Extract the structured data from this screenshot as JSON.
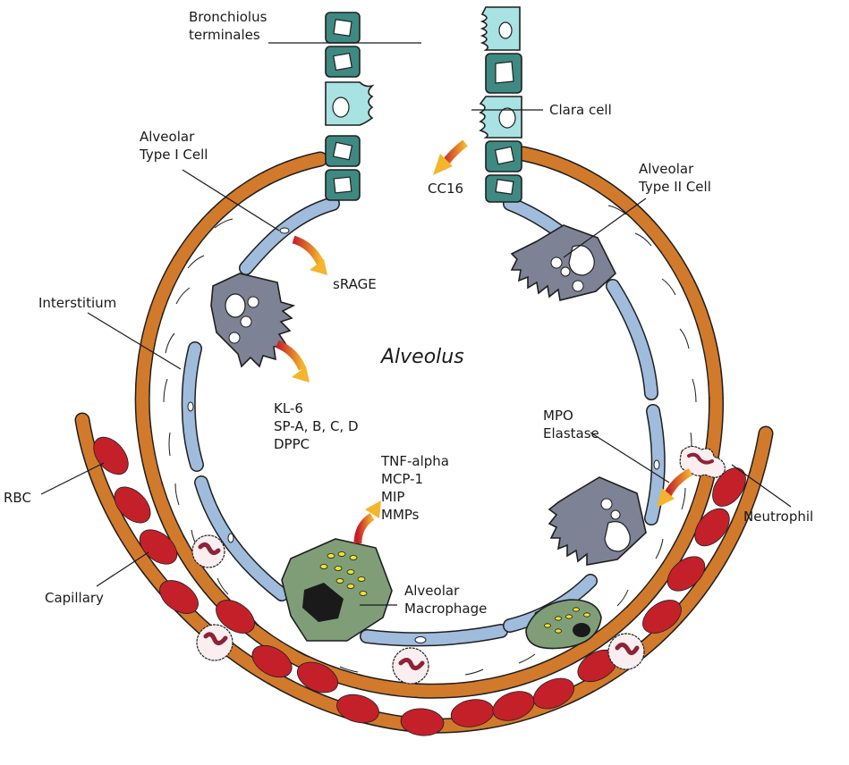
{
  "title": "Alveolus",
  "labels": {
    "bronchiolus_1": "Bronchiolus",
    "bronchiolus_2": "terminales",
    "clara": "Clara cell",
    "cc16": "CC16",
    "type1_1": "Alveolar",
    "type1_2": "Type I Cell",
    "type2_1": "Alveolar",
    "type2_2": "Type II Cell",
    "srage": "sRAGE",
    "interstitium": "Interstitium",
    "type2_products": [
      "KL-6",
      "SP-A, B, C, D",
      "DPPC"
    ],
    "macrophage_products": [
      "TNF-alpha",
      "MCP-1",
      "MIP",
      "MMPs"
    ],
    "neutrophil_products": [
      "MPO",
      "Elastase"
    ],
    "neutrophil": "Neutrophil",
    "rbc": "RBC",
    "capillary": "Capillary",
    "macrophage_1": "Alveolar",
    "macrophage_2": "Macrophage"
  },
  "colors": {
    "basement": "#d27a2c",
    "type1": "#9fbcdd",
    "type2": "#7d8294",
    "bronchial": "#3e8a82",
    "clara": "#a8e2e2",
    "macrophage": "#7f9e78",
    "rbc": "#c4202a",
    "neutrophil_nucleus": "#8e2336",
    "arrow_start": "#c4202a",
    "arrow_end": "#f3b62b"
  }
}
